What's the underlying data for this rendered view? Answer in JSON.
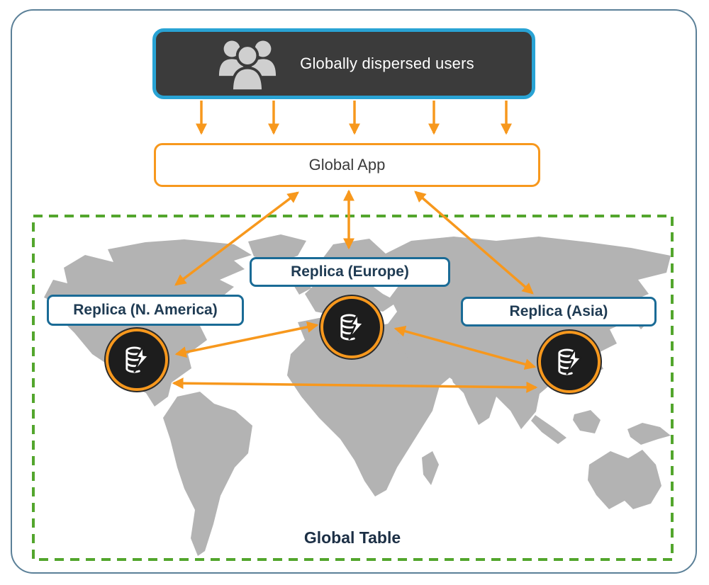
{
  "diagram": {
    "users_box": {
      "label": "Globally dispersed users"
    },
    "global_app": {
      "label": "Global App"
    },
    "global_table": {
      "label": "Global Table"
    },
    "replicas": [
      {
        "id": "n-america",
        "label": "Replica (N. America)"
      },
      {
        "id": "europe",
        "label": "Replica (Europe)"
      },
      {
        "id": "asia",
        "label": "Replica (Asia)"
      }
    ],
    "icons": {
      "users": "users-group-icon",
      "database": "dynamodb-database-icon"
    },
    "colors": {
      "arrow_orange": "#F7981D",
      "users_box_background": "#3B3B3B",
      "users_box_border": "#29A3D4",
      "replica_border": "#1A6B96",
      "replica_text": "#1F3B53",
      "boundary_green": "#53A62D",
      "map_gray": "#B3B3B3",
      "frame_border": "#5B8098",
      "db_node_fill": "#1D1D1D"
    }
  }
}
